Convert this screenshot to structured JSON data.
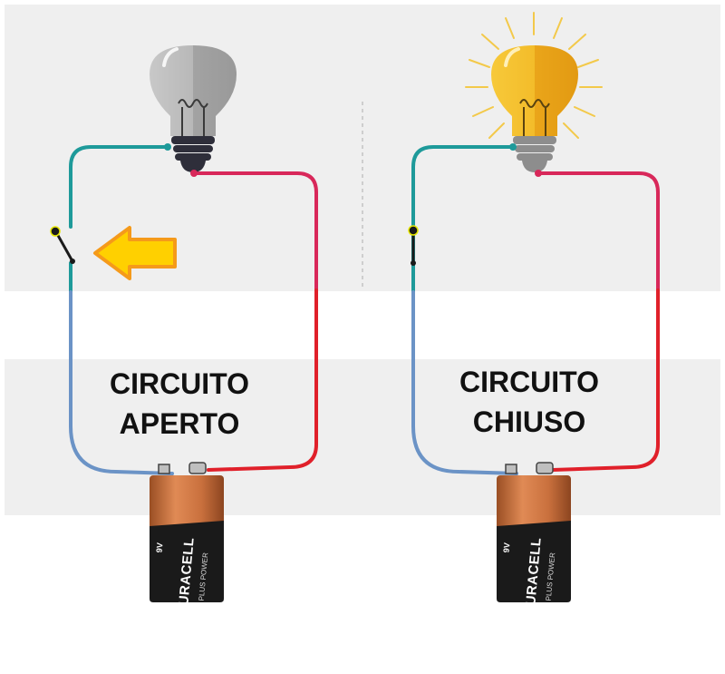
{
  "left_panel": {
    "title_line1": "CIRCUITO",
    "title_line2": "APERTO"
  },
  "right_panel": {
    "title_line1": "CIRCUITO",
    "title_line2": "CHIUSO"
  },
  "battery": {
    "brand": "DURACELL",
    "subtitle": "PLUS POWER",
    "voltage": "9V",
    "plus": "+",
    "minus": "−"
  },
  "colors": {
    "background_band": "#efefef",
    "wire_teal": "#1e9a9a",
    "wire_blue": "#6b93c6",
    "wire_pink": "#d8285a",
    "wire_red": "#e0202a",
    "bulb_off": "#b5b5b5",
    "bulb_on": "#f2b824",
    "arrow_fill": "#ffd000",
    "arrow_stroke": "#f59a1a",
    "battery_copper": "#c9703d",
    "battery_black": "#1a1a1a"
  },
  "icons": [
    "lightbulb-off-icon",
    "lightbulb-on-icon",
    "battery-icon",
    "switch-icon",
    "arrow-left-icon"
  ]
}
